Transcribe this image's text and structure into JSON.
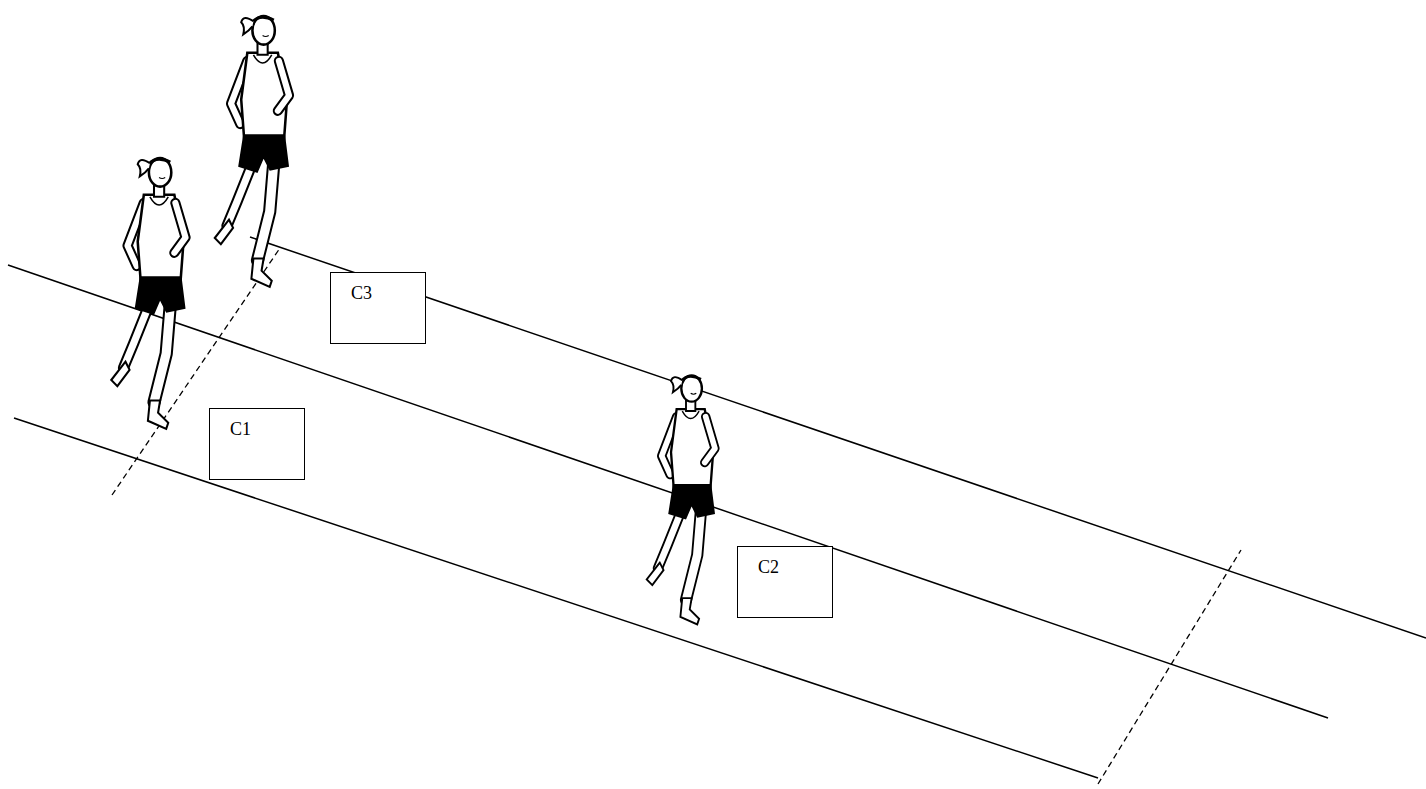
{
  "diagram": {
    "nodes": [
      {
        "text": [
          "C3"
        ]
      },
      {
        "text": [
          "C1"
        ]
      },
      {
        "text": [
          "C2"
        ]
      }
    ]
  }
}
